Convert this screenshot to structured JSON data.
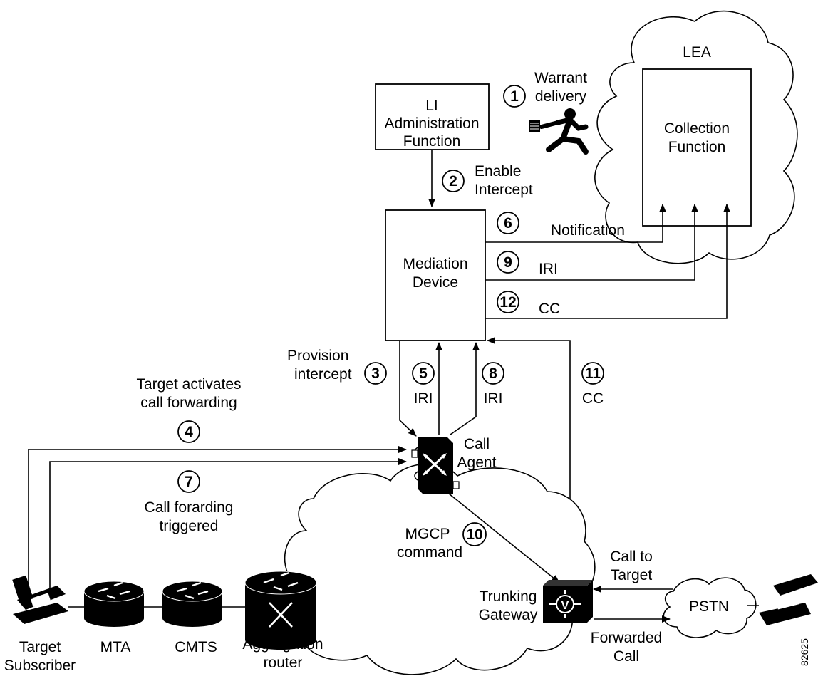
{
  "lea": {
    "title": "LEA",
    "collection_line1": "Collection",
    "collection_line2": "Function"
  },
  "li_admin": {
    "line1": "LI",
    "line2": "Administration",
    "line3": "Function"
  },
  "mediation": {
    "line1": "Mediation",
    "line2": "Device"
  },
  "steps": {
    "s1": {
      "num": "1",
      "line1": "Warrant",
      "line2": "delivery"
    },
    "s2": {
      "num": "2",
      "line1": "Enable",
      "line2": "Intercept"
    },
    "s3": {
      "num": "3",
      "line1": "Provision",
      "line2": "intercept"
    },
    "s4": {
      "num": "4",
      "line1": "Target activates",
      "line2": "call forwarding"
    },
    "s5": {
      "num": "5",
      "line1": "IRI"
    },
    "s6": {
      "num": "6",
      "line1": "Notification"
    },
    "s7": {
      "num": "7",
      "line1": "Call forarding",
      "line2": "triggered"
    },
    "s8": {
      "num": "8",
      "line1": "IRI"
    },
    "s9": {
      "num": "9",
      "line1": "IRI"
    },
    "s10": {
      "num": "10",
      "line1": "MGCP",
      "line2": "command"
    },
    "s11": {
      "num": "11",
      "line1": "CC"
    },
    "s12": {
      "num": "12",
      "line1": "CC"
    }
  },
  "devices": {
    "call_agent": {
      "line1": "Call",
      "line2": "Agent"
    },
    "trunking_gateway": {
      "line1": "Trunking",
      "line2": "Gateway"
    },
    "target_subscriber": {
      "line1": "Target",
      "line2": "Subscriber"
    },
    "mta": {
      "label": "MTA"
    },
    "cmts": {
      "label": "CMTS"
    },
    "aggregation_router": {
      "line1": "Aggregation",
      "line2": "router"
    },
    "pstn": {
      "label": "PSTN"
    }
  },
  "flows": {
    "call_to_target": {
      "line1": "Call to",
      "line2": "Target"
    },
    "forwarded_call": {
      "line1": "Forwarded",
      "line2": "Call"
    }
  },
  "figure_id": "82625"
}
